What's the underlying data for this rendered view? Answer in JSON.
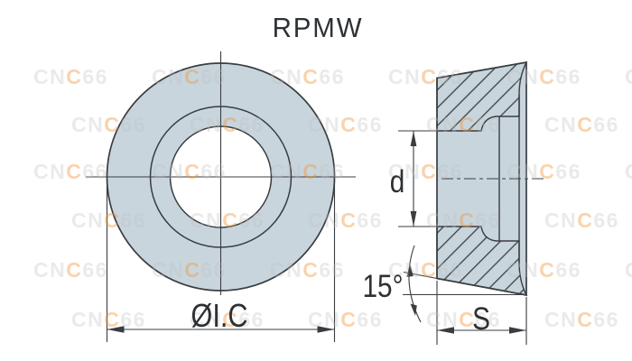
{
  "title": "RPMW",
  "watermark": {
    "text": "CNC66"
  },
  "front_view": {
    "description": "front view of round insert",
    "diameter_label": "ØI.C"
  },
  "side_view": {
    "description": "cross-section side view",
    "hole_diameter_label": "d",
    "clearance_angle_label": "15°",
    "thickness_label": "S"
  },
  "colors": {
    "insert_fill": "#c8d5dd",
    "outline": "#3a3d40",
    "label_text": "#2d3134",
    "background": "#ffffff",
    "watermark_gray": "rgba(190,190,190,0.33)",
    "watermark_accent": "rgba(238,150,60,0.42)"
  }
}
